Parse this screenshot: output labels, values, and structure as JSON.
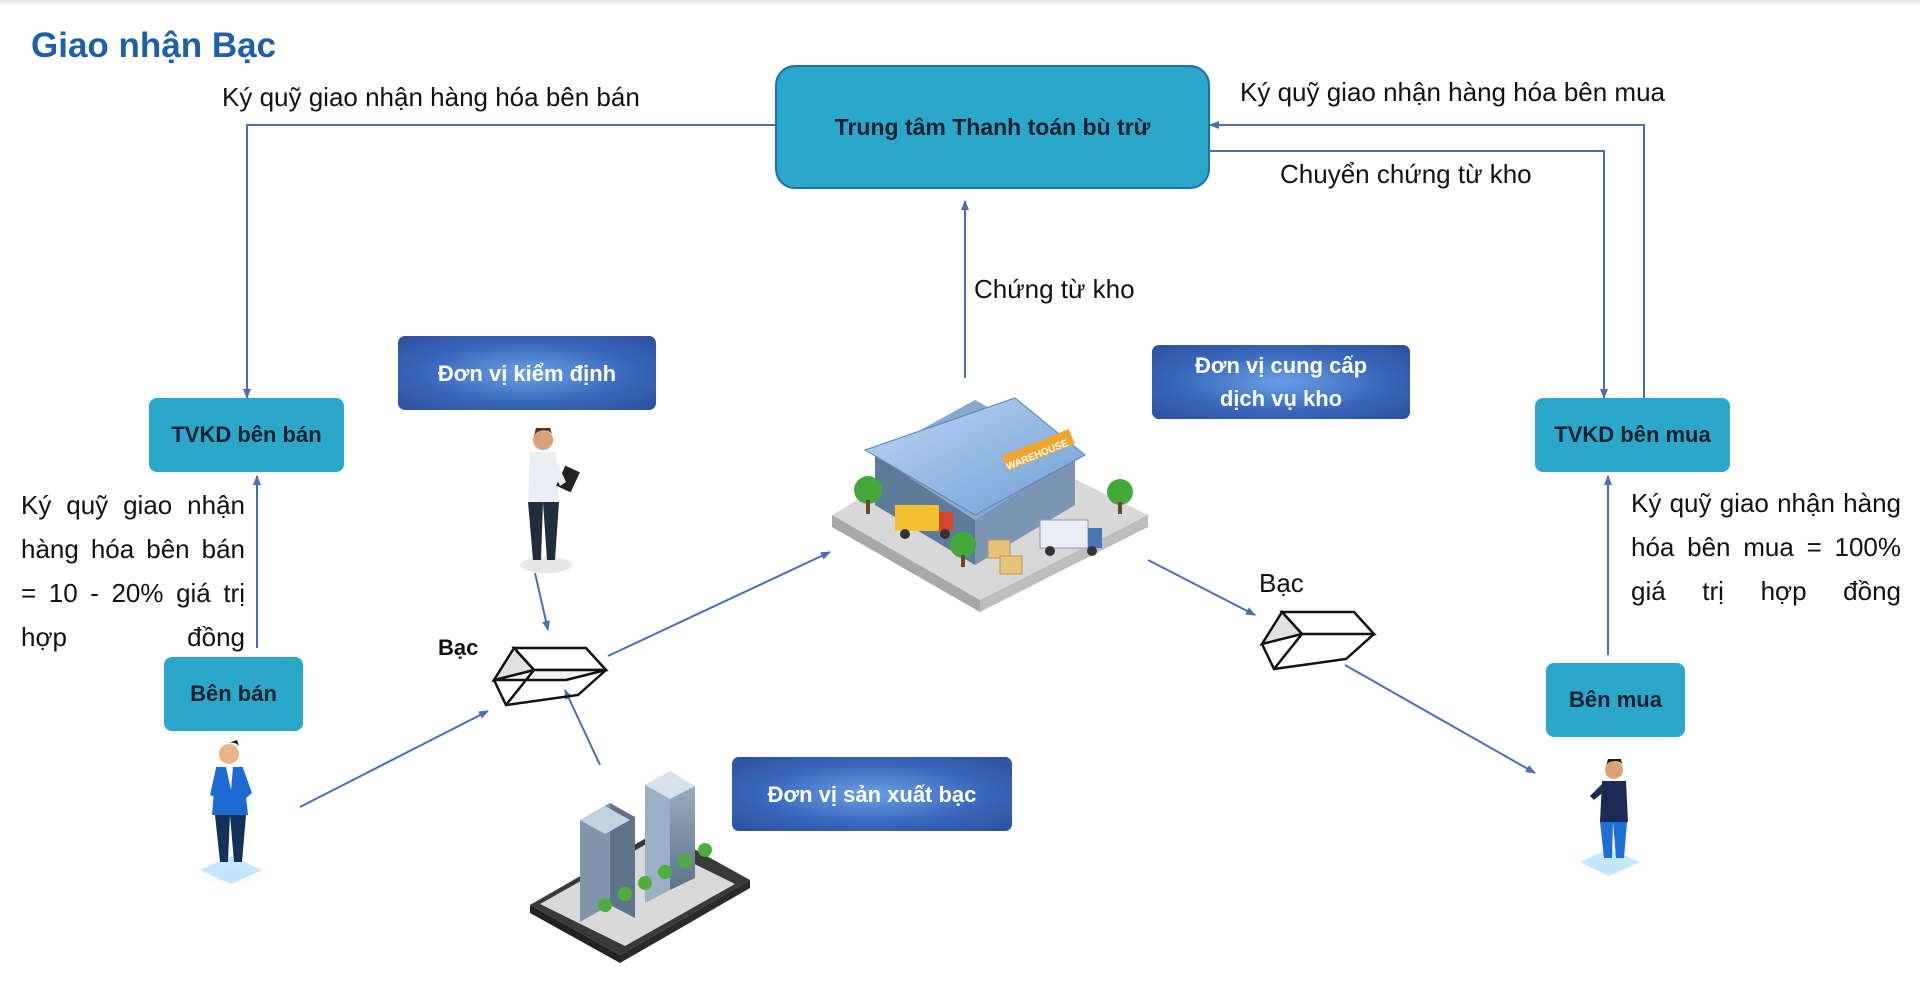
{
  "title": "Giao nhận Bạc",
  "nodes": {
    "center": "Trung tâm Thanh toán bù trừ",
    "tvkd_seller": "TVKD bên bán",
    "tvkd_buyer": "TVKD bên mua",
    "seller": "Bên bán",
    "buyer": "Bên mua",
    "inspector": "Đơn vị kiểm định",
    "warehouse_provider": "Đơn vị cung cấp dịch vụ kho",
    "producer": "Đơn vị sản xuất bạc"
  },
  "labels": {
    "seller_margin_top": "Ký quỹ giao nhận hàng hóa bên bán",
    "buyer_margin_top": "Ký quỹ giao nhận hàng hóa bên mua",
    "transfer_receipt": "Chuyển chứng từ kho",
    "warehouse_receipt": "Chứng từ kho",
    "silver_left": "Bạc",
    "silver_right": "Bạc",
    "seller_margin_rule": "Ký quỹ giao nhận hàng hóa bên bán = 10 - 20% giá trị hợp đồng",
    "buyer_margin_rule": "Ký quỹ giao nhận hàng hóa bên mua = 100% giá trị hợp đồng"
  },
  "warehouse_sign": "WAREHOUSE",
  "colors": {
    "title": "#1f5fa8",
    "teal_box": "#2aa7c9",
    "blue_box": "#3a68bc",
    "arrow": "#4a6fb0"
  },
  "icons": [
    "person-seller-icon",
    "person-inspector-icon",
    "person-buyer-icon",
    "silver-bar-icon",
    "warehouse-icon",
    "factory-buildings-icon"
  ]
}
